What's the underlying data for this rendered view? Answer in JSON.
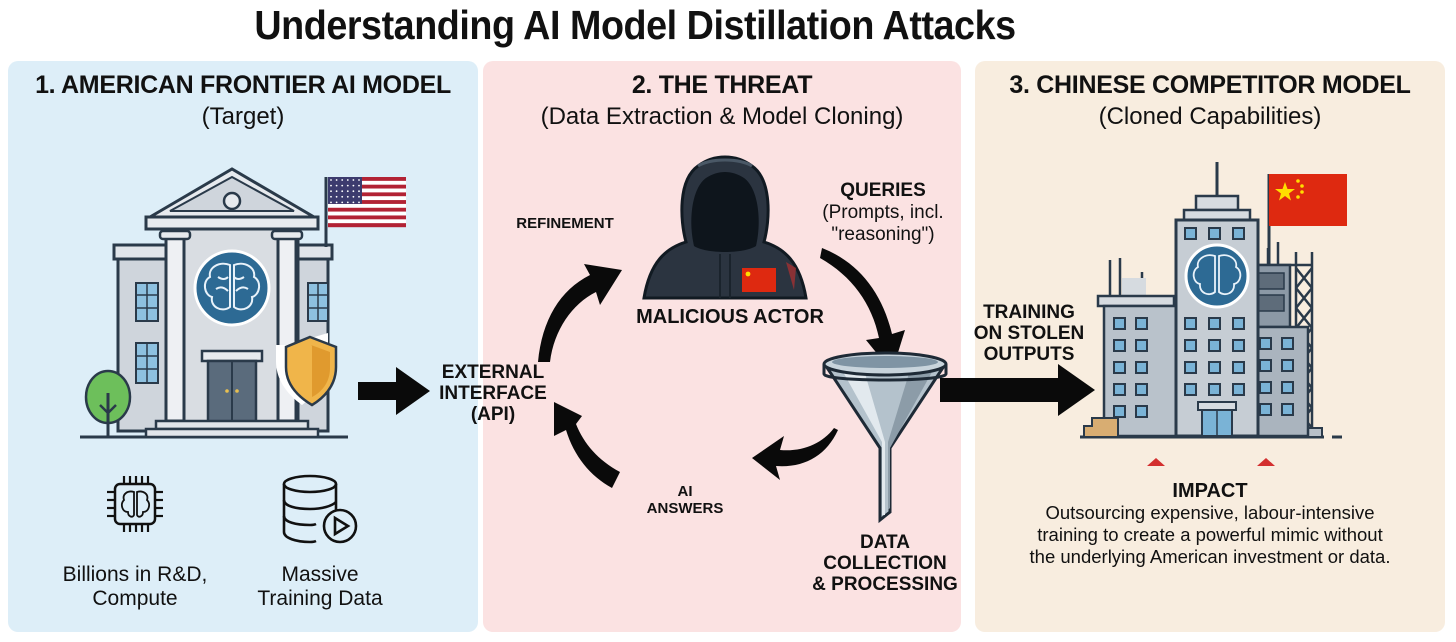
{
  "title": "Understanding AI Model Distillation Attacks",
  "panels": [
    {
      "title": "1. AMERICAN FRONTIER AI MODEL",
      "subtitle": "(Target)",
      "background": "#ddeef8",
      "features": [
        {
          "icon": "ai-chip-icon",
          "label_line1": "Billions in R&D,",
          "label_line2": "Compute"
        },
        {
          "icon": "database-play-icon",
          "label_line1": "Massive",
          "label_line2": "Training Data"
        }
      ]
    },
    {
      "title": "2. THE THREAT",
      "subtitle": "(Data Extraction & Model Cloning)",
      "background": "#fbe2e2",
      "actor_label": "MALICIOUS ACTOR",
      "refinement_label": "REFINEMENT",
      "queries_label": "QUERIES",
      "queries_sub_line1": "(Prompts, incl.",
      "queries_sub_line2": "\"reasoning\")",
      "api_line1": "EXTERNAL",
      "api_line2": "INTERFACE",
      "api_line3": "(API)",
      "answers_line1": "AI",
      "answers_line2": "ANSWERS",
      "collection_line1": "DATA",
      "collection_line2": "COLLECTION",
      "collection_line3": "& PROCESSING"
    },
    {
      "title": "3. CHINESE COMPETITOR MODEL",
      "subtitle": "(Cloned Capabilities)",
      "background": "#f8eddf",
      "training_line1": "TRAINING",
      "training_line2": "ON STOLEN",
      "training_line3": "OUTPUTS",
      "impact_title": "IMPACT",
      "impact_line1": "Outsourcing expensive, labour-intensive",
      "impact_line2": "training to create a powerful mimic without",
      "impact_line3": "the underlying American investment or data."
    }
  ],
  "colors": {
    "us_flag_red": "#b22234",
    "us_flag_blue": "#3c3b6e",
    "cn_flag_red": "#de2910",
    "cn_flag_star": "#ffde00",
    "brain_badge": "#2d6a94",
    "shield_gold": "#f0b54a",
    "impact_marker": "#d32f2f"
  }
}
